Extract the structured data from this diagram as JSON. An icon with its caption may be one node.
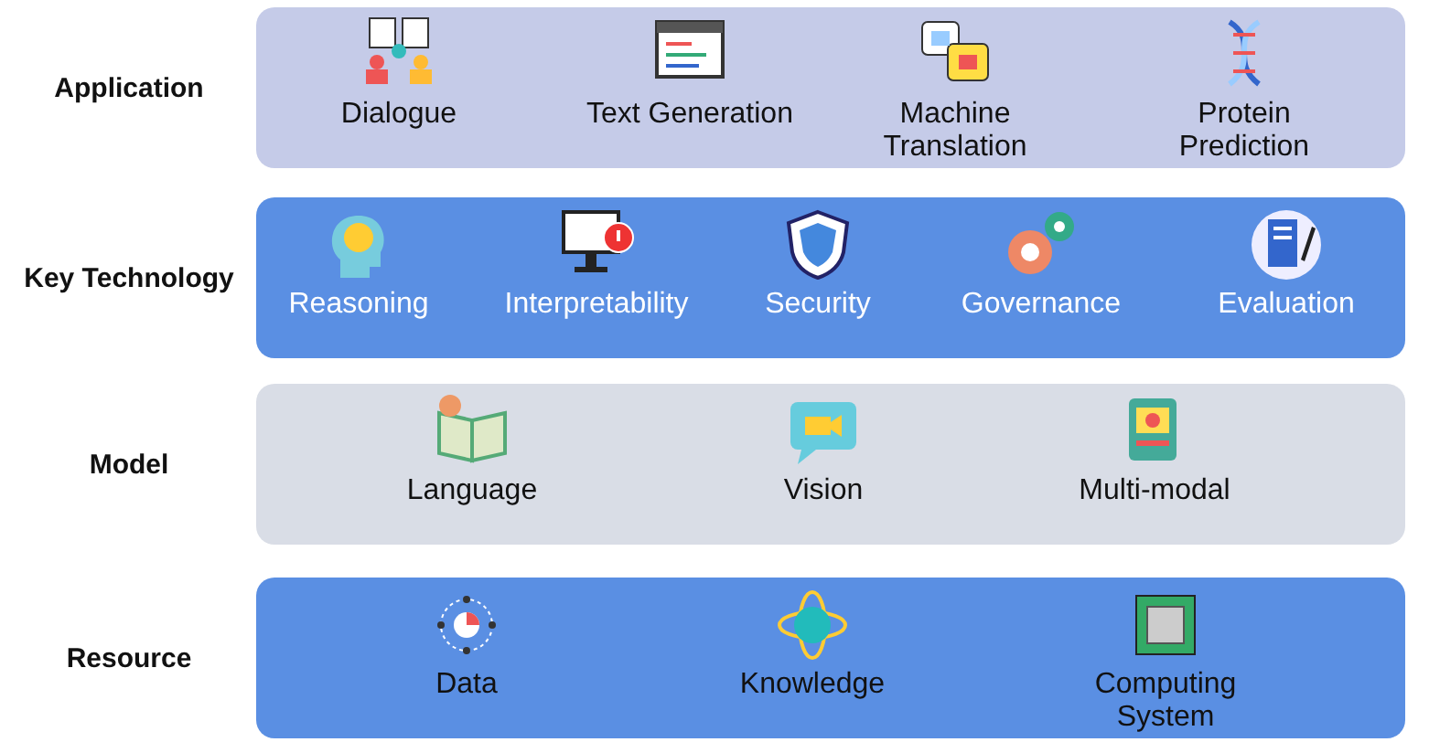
{
  "diagram": {
    "nodes": [
      {
        "text": [
          "Application"
        ]
      },
      {
        "text": [
          "Dialogue"
        ],
        "in": 0
      },
      {
        "text": [
          "Text Generation"
        ],
        "in": 0
      },
      {
        "text": [
          "Machine Translation"
        ],
        "in": 0
      },
      {
        "text": [
          "Protein Prediction"
        ],
        "in": 0
      },
      {
        "text": [
          "Key Technology"
        ]
      },
      {
        "text": [
          "Reasoning"
        ],
        "in": 5
      },
      {
        "text": [
          "Interpretability"
        ],
        "in": 5
      },
      {
        "text": [
          "Security"
        ],
        "in": 5
      },
      {
        "text": [
          "Governance"
        ],
        "in": 5
      },
      {
        "text": [
          "Evaluation"
        ],
        "in": 5
      },
      {
        "text": [
          "Model"
        ]
      },
      {
        "text": [
          "Language"
        ],
        "in": 11
      },
      {
        "text": [
          "Vision"
        ],
        "in": 11
      },
      {
        "text": [
          "Multi-modal"
        ],
        "in": 11
      },
      {
        "text": [
          "Resource"
        ]
      },
      {
        "text": [
          "Data"
        ],
        "in": 15
      },
      {
        "text": [
          "Knowledge"
        ],
        "in": 15
      },
      {
        "text": [
          "Computing System"
        ],
        "in": 15
      }
    ]
  }
}
